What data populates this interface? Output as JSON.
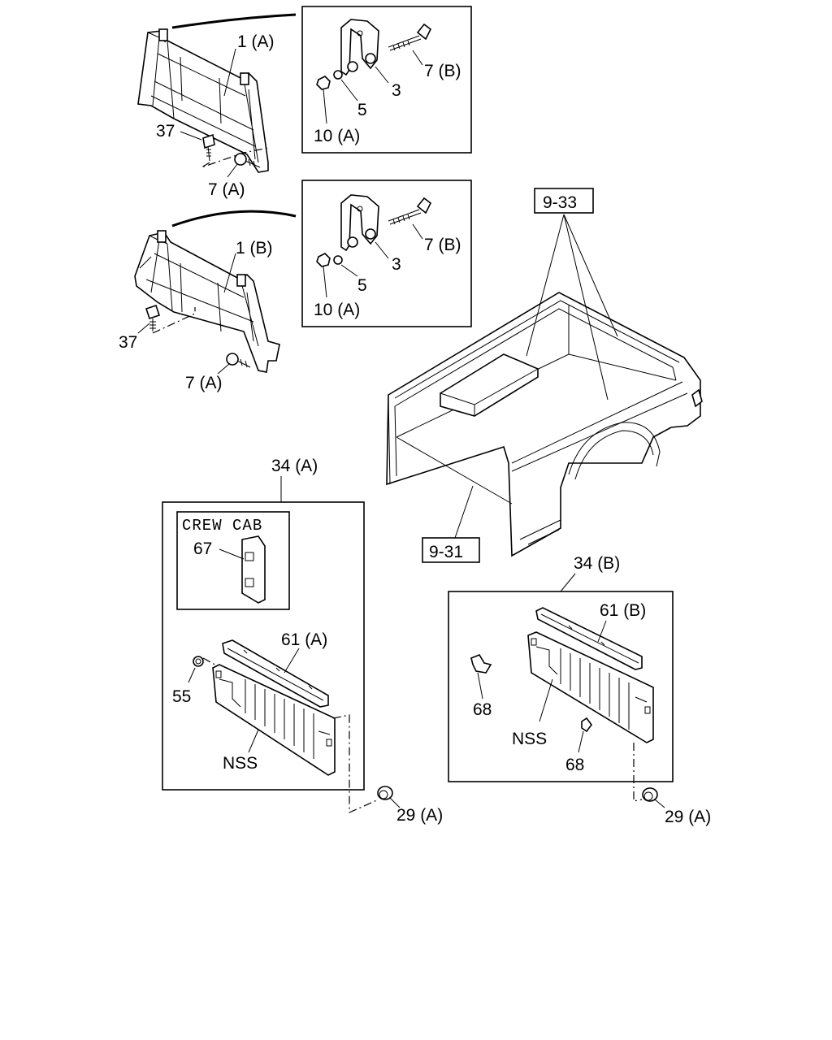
{
  "labels": {
    "rack_a": "1 (A)",
    "rack_b": "1 (B)",
    "bolt_37_a": "37",
    "bolt_37_b": "37",
    "bolt_7a_a": "7 (A)",
    "bolt_7a_b": "7 (A)",
    "bolt_7b_a": "7 (B)",
    "bolt_7b_b": "7 (B)",
    "bracket_3_a": "3",
    "bracket_3_b": "3",
    "washer_5_a": "5",
    "washer_5_b": "5",
    "nut_10a_a": "10 (A)",
    "nut_10a_b": "10 (A)",
    "ref_9_33": "9-33",
    "ref_9_31": "9-31",
    "tailgate_34a": "34 (A)",
    "tailgate_34b": "34 (B)",
    "crew_cab": "CREW CAB",
    "plate_67": "67",
    "protector_61a": "61 (A)",
    "protector_61b": "61 (B)",
    "cap_55": "55",
    "nss_a": "NSS",
    "nss_b": "NSS",
    "clip_68_a": "68",
    "clip_68_b": "68",
    "bumper_29a_a": "29 (A)",
    "bumper_29a_b": "29 (A)"
  }
}
